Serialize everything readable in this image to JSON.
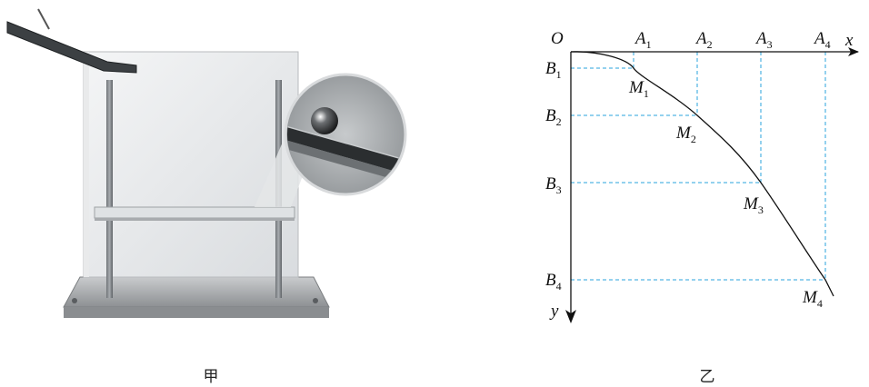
{
  "figure_left": {
    "caption": "甲"
  },
  "figure_right": {
    "caption": "乙",
    "origin_label": "O",
    "x_axis_label": "x",
    "y_axis_label": "y",
    "x_points": [
      {
        "letter": "A",
        "sub": "1"
      },
      {
        "letter": "A",
        "sub": "2"
      },
      {
        "letter": "A",
        "sub": "3"
      },
      {
        "letter": "A",
        "sub": "4"
      }
    ],
    "y_points": [
      {
        "letter": "B",
        "sub": "1"
      },
      {
        "letter": "B",
        "sub": "2"
      },
      {
        "letter": "B",
        "sub": "3"
      },
      {
        "letter": "B",
        "sub": "4"
      }
    ],
    "curve_points": [
      {
        "letter": "M",
        "sub": "1"
      },
      {
        "letter": "M",
        "sub": "2"
      },
      {
        "letter": "M",
        "sub": "3"
      },
      {
        "letter": "M",
        "sub": "4"
      }
    ],
    "colors": {
      "axis": "#111111",
      "curve": "#111111",
      "guide": "#29a3dc"
    }
  }
}
